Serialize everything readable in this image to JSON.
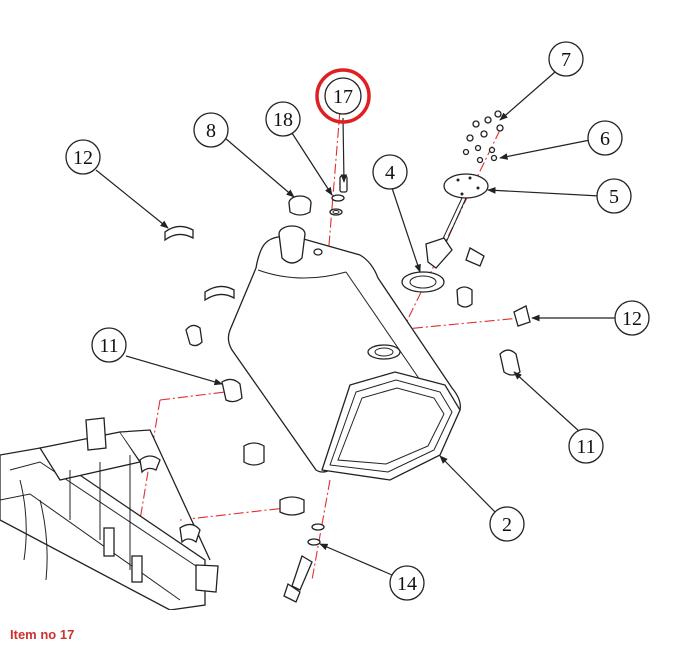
{
  "caption": "Item no 17",
  "highlighted_item": "17",
  "highlight_color": "#e02020",
  "callouts": {
    "c17": "17",
    "c7": "7",
    "c18": "18",
    "c8": "8",
    "c6": "6",
    "c12a": "12",
    "c4": "4",
    "c5": "5",
    "c12b": "12",
    "c11a": "11",
    "c11b": "11",
    "c2": "2",
    "c14": "14"
  }
}
